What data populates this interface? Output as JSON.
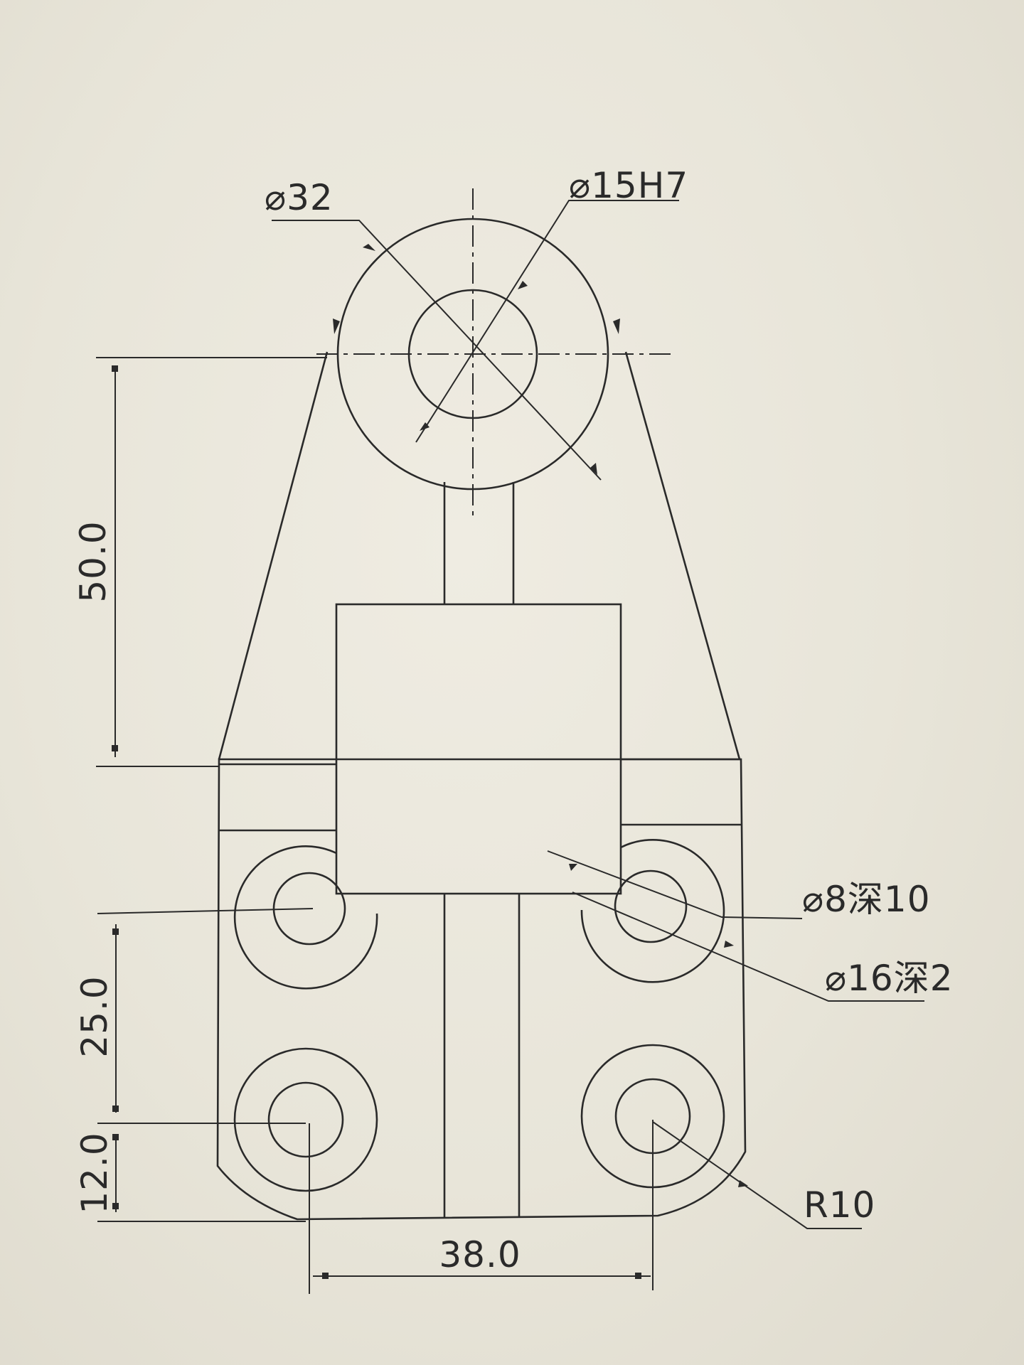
{
  "drawing": {
    "labels": {
      "outer_diameter": "⌀32",
      "bore_fit": "⌀15H7",
      "height_50": "50.0",
      "height_25": "25.0",
      "height_12": "12.0",
      "width_38": "38.0",
      "small_hole": "⌀8深10",
      "counterbore": "⌀16深2",
      "radius": "R10"
    },
    "line_color": "#2a2a2a",
    "paper_color": "#e9e6da"
  }
}
